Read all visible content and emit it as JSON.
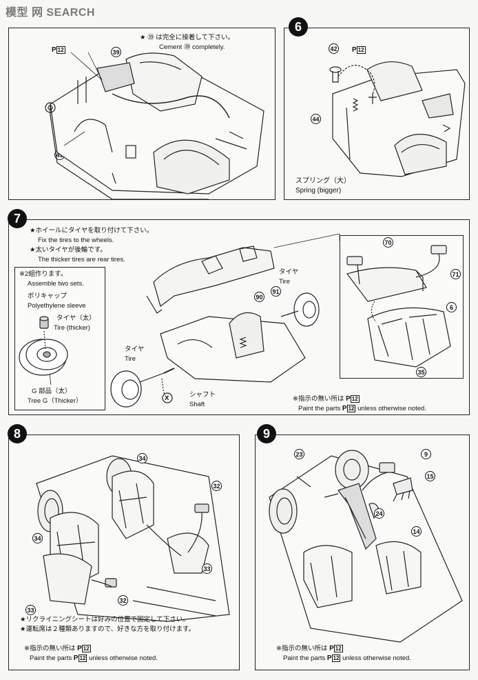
{
  "watermark": "模型 网 SEARCH",
  "steps": {
    "s5": {
      "note_jp": "★ ㊴ は完全に接着して下さい。",
      "note_en": "Cement ㊴ completely.",
      "ph": "P",
      "ph_box": "12",
      "parts": [
        "39",
        "45"
      ]
    },
    "s6": {
      "number": "6",
      "parts": [
        "42",
        "44"
      ],
      "ph": "P",
      "ph_box": "12",
      "label_jp": "スプリング（大）",
      "label_en": "Spring (bigger)"
    },
    "s7": {
      "number": "7",
      "note1_jp": "★ホイールにタイヤを取り付けて下さい。",
      "note1_en": "Fix the tires to the wheels.",
      "note2_jp": "★太いタイヤが後輪です。",
      "note2_en": "The thicker tires are rear tires.",
      "inset_jp": "※2組作ります。",
      "inset_en": "Assemble two sets.",
      "polycap_jp": "ポリキャップ",
      "polycap_en": "Polyethylene sleeve",
      "tire_thick_jp": "タイヤ（太）",
      "tire_thick_en": "Tire (thicker)",
      "tree_jp": "G 部品（太）",
      "tree_en": "Tree G（Thicker）",
      "tire_jp": "タイヤ",
      "tire_en": "Tire",
      "tire2_jp": "タイヤ",
      "tire2_en": "Tire",
      "shaft_jp": "シャフト",
      "shaft_en": "Shaft",
      "x_mark": "X",
      "parts": [
        "90",
        "91",
        "70",
        "71",
        "6",
        "35"
      ],
      "paint_jp": "※指示の無い所は",
      "paint_en_a": "Paint the parts",
      "paint_en_b": "unless otherwise noted.",
      "ph": "P",
      "ph_box": "12"
    },
    "s8": {
      "number": "8",
      "parts": [
        "34",
        "32",
        "34",
        "33",
        "33",
        "32"
      ],
      "note1_jp": "★リクライニングシートは好みの位置で固定して下さい。",
      "note2_jp": "★運転席は２種類ありますので、好きな方を取り付けます。",
      "paint_jp": "※指示の無い所は",
      "paint_en_a": "Paint the parts",
      "paint_en_b": "unless otherwise noted.",
      "ph": "P",
      "ph_box": "12"
    },
    "s9": {
      "number": "9",
      "parts": [
        "23",
        "9",
        "15",
        "24",
        "14"
      ],
      "paint_jp": "※指示の無い所は",
      "paint_en_a": "Paint the parts",
      "paint_en_b": "unless otherwise noted.",
      "ph": "P",
      "ph_box": "12"
    }
  }
}
